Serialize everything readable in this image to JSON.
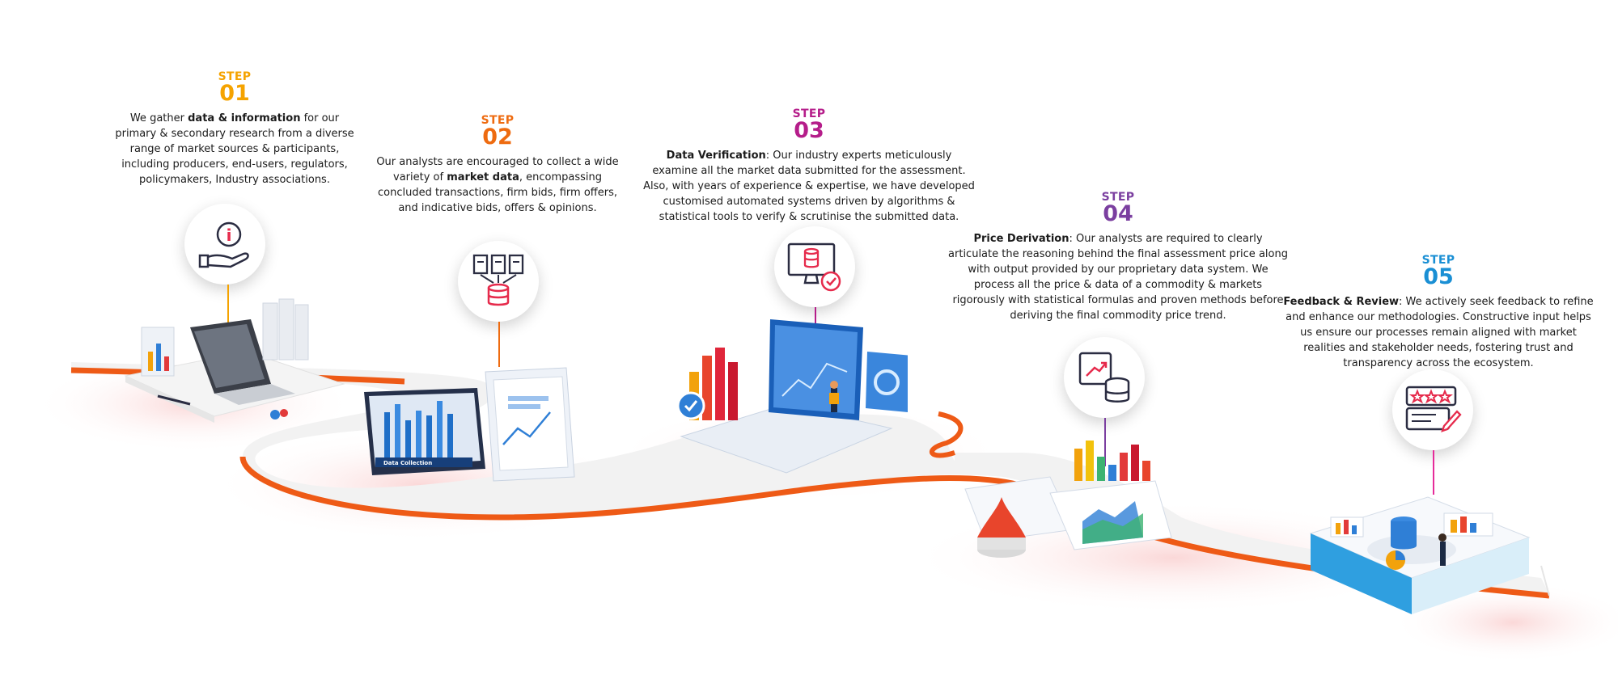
{
  "colors": {
    "step1": "#f5a300",
    "step2": "#ee6b10",
    "step3": "#b51d8a",
    "step4": "#7b3fa0",
    "step5": "#1a8fd4",
    "road": "#ee5a16"
  },
  "steps": [
    {
      "label": "STEP",
      "num": "01",
      "pre": "We gather ",
      "bold": "data & information",
      "post": " for our primary & secondary research from a diverse range of market sources & participants, including producers, end-users, regulators, policymakers, Industry associations.",
      "icon": "info-hand-icon"
    },
    {
      "label": "STEP",
      "num": "02",
      "pre": "Our analysts are encouraged to collect a wide variety of ",
      "bold": "market data",
      "post": ", encompassing concluded transactions, firm bids, firm offers, and indicative bids, offers & opinions.",
      "icon": "documents-database-icon"
    },
    {
      "label": "STEP",
      "num": "03",
      "pre": "",
      "bold": "Data Verification",
      "post": ": Our industry experts meticulously examine all the market data submitted for the assessment. Also, with years of experience & expertise, we have developed customised automated systems driven by algorithms & statistical tools to verify & scrutinise the submitted data.",
      "icon": "monitor-database-check-icon"
    },
    {
      "label": "STEP",
      "num": "04",
      "pre": "",
      "bold": "Price Derivation",
      "post": ": Our analysts are required to clearly articulate the reasoning behind the final assessment price along with output provided by our proprietary data system. We process all the price & data of a commodity & markets rigorously with statistical formulas and proven methods before deriving the final commodity price trend.",
      "icon": "chart-database-icon"
    },
    {
      "label": "STEP",
      "num": "05",
      "pre": "",
      "bold": "Feedback & Review",
      "post": ": We actively seek feedback to refine and enhance our methodologies. Constructive input helps us ensure our processes remain aligned with market realities and stakeholder needs, fostering trust and transparency across the ecosystem.",
      "icon": "rating-feedback-icon"
    }
  ],
  "scene2_caption": "Data Collection"
}
